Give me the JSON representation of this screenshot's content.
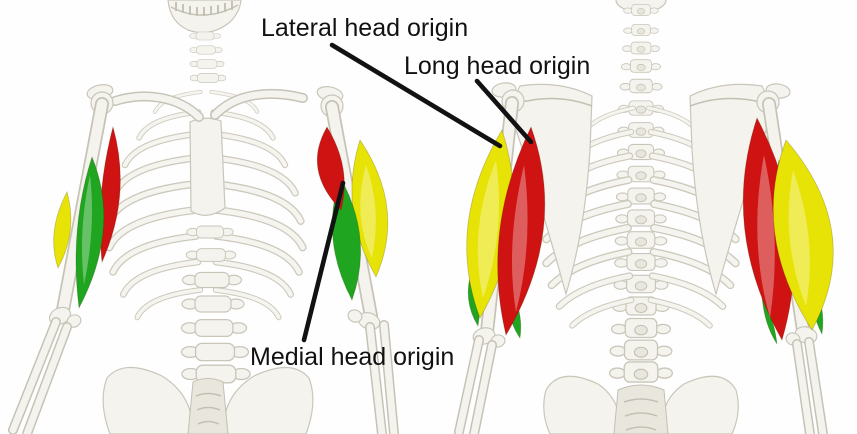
{
  "annotations": {
    "lateral_head": {
      "label": "Lateral head origin"
    },
    "long_head": {
      "label": "Long head origin"
    },
    "medial_head": {
      "label": "Medial head origin"
    }
  },
  "colors": {
    "lateral_head_muscle": "#e7e306",
    "long_head_muscle": "#ce1312",
    "medial_head_muscle": "#1fa51f",
    "annotation_line": "#121212",
    "bone": "#f4f3ee",
    "background": "#fefefe"
  }
}
